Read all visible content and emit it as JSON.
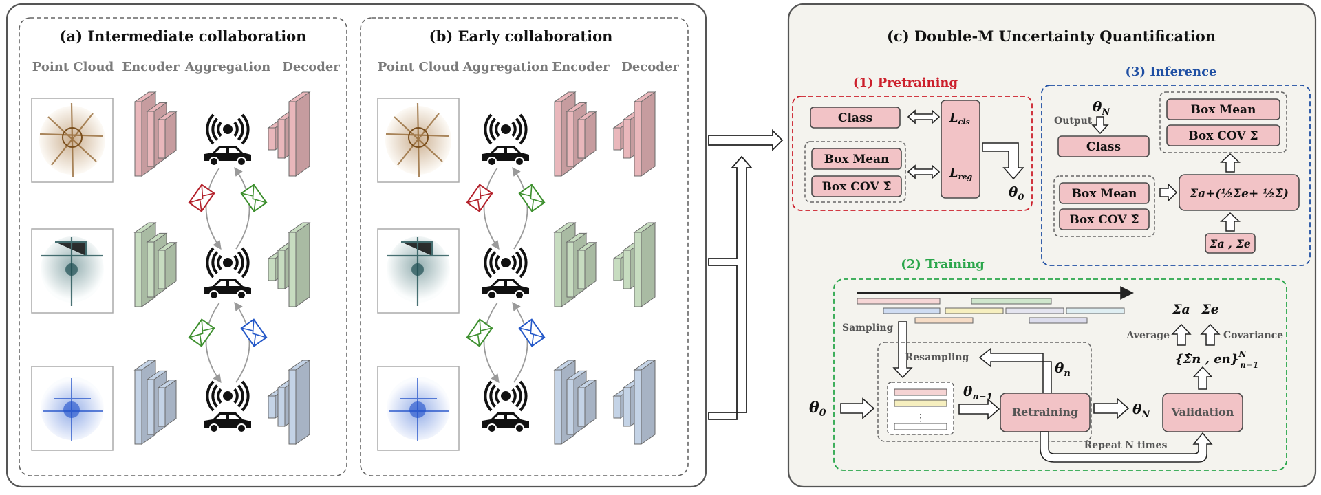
{
  "panel_a": {
    "title": "(a) Intermediate collaboration",
    "headers": [
      "Point Cloud",
      "Encoder",
      "Aggregation",
      "Decoder"
    ]
  },
  "panel_b": {
    "title": "(b) Early collaboration",
    "headers": [
      "Point Cloud",
      "Aggregation",
      "Encoder",
      "Decoder"
    ]
  },
  "panel_c": {
    "title": "(c) Double-M Uncertainty Quantification",
    "pretraining": {
      "title": "(1) Pretraining",
      "class": "Class",
      "box_mean": "Box Mean",
      "box_cov": "Box COV Σ̂",
      "loss_cls_main": "L",
      "loss_cls_sub": "cls",
      "loss_reg_main": "L",
      "loss_reg_sub": "reg",
      "theta0_main": "θ",
      "theta0_sub": "0"
    },
    "inference": {
      "title": "(3) Inference",
      "theta_main": "θ",
      "theta_sub": "N",
      "output": "Output",
      "class": "Class",
      "box_mean_out": "Box Mean",
      "box_cov_out": "Box COV Σ̄",
      "box_mean_in": "Box Mean",
      "box_cov_in": "Box COV Σ̂",
      "formula": "Σa+(½Σe+ ½Σ̂)",
      "sigmas": "Σa , Σe"
    },
    "training": {
      "title": "(2) Training",
      "sampling": "Sampling",
      "resampling": "Resampling",
      "theta0_main": "θ",
      "theta0_sub": "0",
      "theta_n1_main": "θ",
      "theta_n1_sub": "n−1",
      "theta_n_main": "θ",
      "theta_n_sub": "n",
      "thetaN_main": "θ",
      "thetaN_sub": "N",
      "retraining": "Retraining",
      "validation": "Validation",
      "repeat": "Repeat N times",
      "set_expr": "{Σ̂n , en}",
      "set_sup": "N",
      "set_sub": "n=1",
      "average": "Average",
      "covariance": "Covariance",
      "sigma_a": "Σa",
      "sigma_e": "Σe",
      "ellipsis": "⋮"
    }
  },
  "colors": {
    "pink": "#e9b7bb",
    "green": "#c7dcc0",
    "blue": "#c4d3e6",
    "pretraining": "#cc1f2b",
    "inference": "#1f4fa3",
    "training": "#2aa64b",
    "envelope_red": "#b3202a",
    "envelope_green": "#3d8f2e",
    "envelope_blue": "#2458c8"
  }
}
